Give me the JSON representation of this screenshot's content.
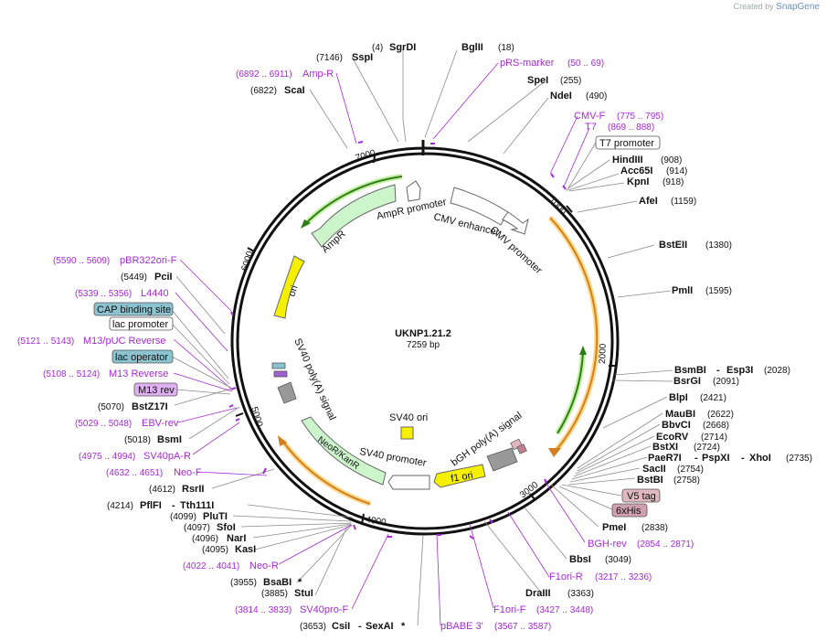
{
  "credit": {
    "prefix": "Created by",
    "brand": "SnapGene"
  },
  "plasmid": {
    "name": "UKNP1.21.2",
    "size": "7259 bp"
  },
  "ticks": [
    "1000",
    "2000",
    "3000",
    "4000",
    "5000",
    "6000",
    "7000"
  ],
  "features": {
    "ampr_promoter": "AmpR promoter",
    "ampr": "AmpR",
    "cmv_enhancer": "CMV enhancer",
    "cmv_promoter": "CMV promoter",
    "ori": "ori",
    "sv40_polya": "SV40 poly(A) signal",
    "sv40_ori": "SV40 ori",
    "bgh_polya": "bGH poly(A) signal",
    "neor": "NeoR/KanR",
    "sv40_promoter": "SV40 promoter",
    "f1_ori": "f1 ori"
  },
  "sites": [
    {
      "name": "SgrDI",
      "pos": "(4)"
    },
    {
      "name": "BglII",
      "pos": "(18)"
    },
    {
      "name": "SpeI",
      "pos": "(255)"
    },
    {
      "name": "NdeI",
      "pos": "(490)"
    },
    {
      "name": "HindIII",
      "pos": "(908)"
    },
    {
      "name": "Acc65I",
      "pos": "(914)"
    },
    {
      "name": "KpnI",
      "pos": "(918)"
    },
    {
      "name": "AfeI",
      "pos": "(1159)"
    },
    {
      "name": "BstEII",
      "pos": "(1380)"
    },
    {
      "name": "PmlI",
      "pos": "(1595)"
    },
    {
      "name": "BsmBI",
      "name2": "Esp3I",
      "pos": "(2028)"
    },
    {
      "name": "BsrGI",
      "pos": "(2091)"
    },
    {
      "name": "BlpI",
      "pos": "(2421)"
    },
    {
      "name": "MauBI",
      "pos": "(2622)"
    },
    {
      "name": "BbvCI",
      "pos": "(2668)"
    },
    {
      "name": "EcoRV",
      "pos": "(2714)"
    },
    {
      "name": "BstXI",
      "pos": "(2724)"
    },
    {
      "name": "PaeR7I",
      "name2": "PspXI",
      "name3": "XhoI",
      "pos": "(2735)"
    },
    {
      "name": "SacII",
      "pos": "(2754)"
    },
    {
      "name": "BstBI",
      "pos": "(2758)"
    },
    {
      "name": "PmeI",
      "pos": "(2838)"
    },
    {
      "name": "BbsI",
      "pos": "(3049)"
    },
    {
      "name": "DraIII",
      "pos": "(3363)"
    },
    {
      "name": "CsiI",
      "name2": "SexAI",
      "star": "*",
      "pos": "(3653)"
    },
    {
      "name": "StuI",
      "pos": "(3885)"
    },
    {
      "name": "BsaBI",
      "star": "*",
      "pos": "(3955)"
    },
    {
      "name": "KasI",
      "pos": "(4095)"
    },
    {
      "name": "NarI",
      "pos": "(4096)"
    },
    {
      "name": "SfoI",
      "pos": "(4097)"
    },
    {
      "name": "PluTI",
      "pos": "(4099)"
    },
    {
      "name": "PflFI",
      "name2": "Tth111I",
      "pos": "(4214)"
    },
    {
      "name": "RsrII",
      "pos": "(4612)"
    },
    {
      "name": "BsmI",
      "pos": "(5018)"
    },
    {
      "name": "BstZ17I",
      "pos": "(5070)"
    },
    {
      "name": "PciI",
      "pos": "(5449)"
    },
    {
      "name": "ScaI",
      "pos": "(6822)"
    },
    {
      "name": "SspI",
      "pos": "(7146)"
    }
  ],
  "primers": [
    {
      "name": "pRS-marker",
      "pos": "(50 .. 69)"
    },
    {
      "name": "CMV-F",
      "pos": "(775 .. 795)"
    },
    {
      "name": "T7",
      "pos": "(869 .. 888)"
    },
    {
      "name": "BGH-rev",
      "pos": "(2854 .. 2871)"
    },
    {
      "name": "F1ori-R",
      "pos": "(3217 .. 3236)"
    },
    {
      "name": "F1ori-F",
      "pos": "(3427 .. 3448)"
    },
    {
      "name": "pBABE 3'",
      "pos": "(3567 .. 3587)"
    },
    {
      "name": "SV40pro-F",
      "pos": "(3814 .. 3833)"
    },
    {
      "name": "Neo-R",
      "pos": "(4022 .. 4041)"
    },
    {
      "name": "Neo-F",
      "pos": "(4632 .. 4651)"
    },
    {
      "name": "SV40pA-R",
      "pos": "(4975 .. 4994)"
    },
    {
      "name": "EBV-rev",
      "pos": "(5029 .. 5048)"
    },
    {
      "name": "M13 Reverse",
      "pos": "(5108 .. 5124)"
    },
    {
      "name": "M13/pUC Reverse",
      "pos": "(5121 .. 5143)"
    },
    {
      "name": "L4440",
      "pos": "(5339 .. 5356)"
    },
    {
      "name": "pBR322ori-F",
      "pos": "(5590 .. 5609)"
    },
    {
      "name": "Amp-R",
      "pos": "(6892 .. 6911)"
    }
  ],
  "boxed": {
    "t7_promoter": "T7 promoter",
    "v5_tag": "V5 tag",
    "his6": "6xHis",
    "m13_rev": "M13 rev",
    "cap_site": "CAP binding site",
    "lac_promoter": "lac promoter",
    "lac_operator": "lac operator"
  },
  "colors": {
    "primer": "#a52ad6",
    "ampr_fill": "#ccf5cc",
    "ori_fill": "#f5f000",
    "orf_arrow": "#d08020",
    "orf_glow": "#ffd98a",
    "green_arrow": "#2e7d16",
    "green_glow": "#c4f0a4",
    "v5_fill": "#e0b8c0",
    "lac_operator_fill": "#8bc4d0",
    "m13_fill": "#e0b0f0"
  }
}
